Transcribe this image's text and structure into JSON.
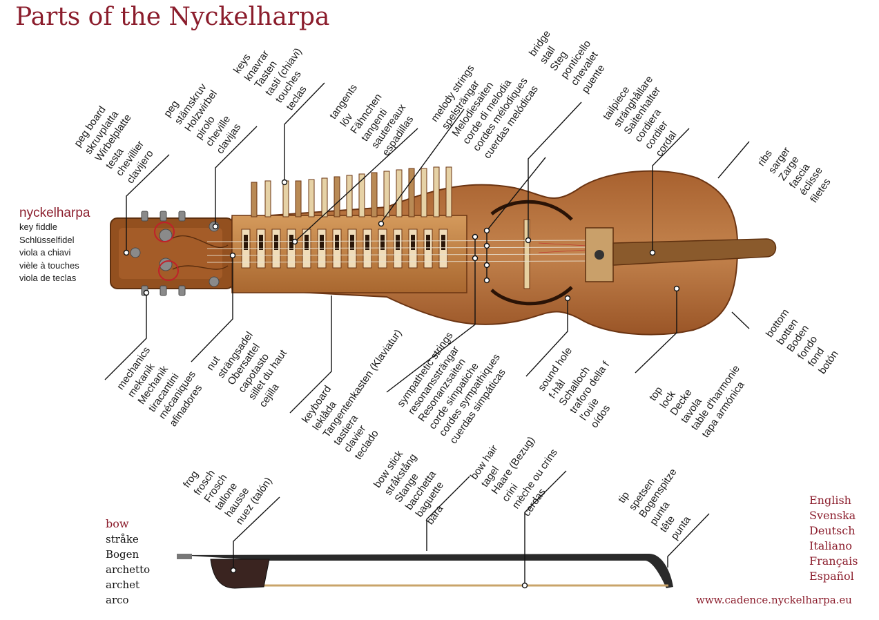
{
  "title": "Parts of the Nyckelharpa",
  "instrument": {
    "name": "nyckelharpa",
    "translations": [
      "key fiddle",
      "Schlüsselfidel",
      "viola a chiavi",
      "vièle à touches",
      "viola de teclas"
    ]
  },
  "bow": {
    "name": "bow",
    "translations": [
      "stråke",
      "Bogen",
      "archetto",
      "archet",
      "arco"
    ]
  },
  "languages": [
    "English",
    "Svenska",
    "Deutsch",
    "Italiano",
    "Français",
    "Español"
  ],
  "website": "www.cadence.nyckelharpa.eu",
  "colors": {
    "accent": "#8b1d2c",
    "text": "#1a1a1a",
    "wood": "#b5703e",
    "wood_dark": "#7a4520"
  },
  "parts": [
    {
      "id": "peg-board",
      "lines": [
        "peg board",
        "skruvplatta",
        "Wirbelplatte",
        "testa",
        "chevillier",
        "clavijero"
      ]
    },
    {
      "id": "peg",
      "lines": [
        "peg",
        "stämskruv",
        "Holzwirbel",
        "pirolo",
        "cheville",
        "clavijas"
      ]
    },
    {
      "id": "keys",
      "lines": [
        "keys",
        "knavrar",
        "Tasten",
        "tasti (chiavi)",
        "touches",
        "teclas"
      ]
    },
    {
      "id": "tangents",
      "lines": [
        "tangents",
        "löv",
        "Fähnchen",
        "tangenti",
        "sautereaux",
        "espadillas"
      ]
    },
    {
      "id": "melody-strings",
      "lines": [
        "melody strings",
        "spelsträngar",
        "Melodiesaiten",
        "corde di melodia",
        "cordes mélodiques",
        "cuerdas melódicas"
      ]
    },
    {
      "id": "bridge",
      "lines": [
        "bridge",
        "stall",
        "Steg",
        "ponticello",
        "chevalet",
        "puente"
      ]
    },
    {
      "id": "tailpiece",
      "lines": [
        "tailpiece",
        "stränghållare",
        "Saitenhalter",
        "cordiera",
        "cordier",
        "cordal"
      ]
    },
    {
      "id": "ribs",
      "lines": [
        "ribs",
        "sarger",
        "Zarge",
        "fascia",
        "éclisse",
        "filetes"
      ]
    },
    {
      "id": "mechanics",
      "lines": [
        "mechanics",
        "mekanik",
        "Mechanik",
        "tiracantini",
        "mécaniques",
        "afinadores"
      ]
    },
    {
      "id": "nut",
      "lines": [
        "nut",
        "strängsadel",
        "Obersattel",
        "capotasto",
        "sillet du haut",
        "cejilla"
      ]
    },
    {
      "id": "keyboard",
      "lines": [
        "keyboard",
        "leklåda",
        "Tangentenkasten (Klaviatur)",
        "tastiera",
        "clavier",
        "teclado"
      ]
    },
    {
      "id": "sympathetic-strings",
      "lines": [
        "sympathetic strings",
        "resonanssträngar",
        "Resonanzsaiten",
        "corde simpatiche",
        "cordes sympathiques",
        "cuerdas simpáticas"
      ]
    },
    {
      "id": "sound-hole",
      "lines": [
        "sound hole",
        "f-hål",
        "Schalloch",
        "traforo della f",
        "l'ouïe",
        "oídos"
      ]
    },
    {
      "id": "top",
      "lines": [
        "top",
        "lock",
        "Decke",
        "tavola",
        "table d'harmonie",
        "tapa armónica"
      ]
    },
    {
      "id": "bottom",
      "lines": [
        "bottom",
        "botten",
        "Boden",
        "fondo",
        "fond",
        "botón"
      ]
    },
    {
      "id": "frog",
      "lines": [
        "frog",
        "frosch",
        "Frosch",
        "tallone",
        "hausse",
        "nuez (talón)"
      ]
    },
    {
      "id": "bow-stick",
      "lines": [
        "bow stick",
        "stråkstång",
        "Stange",
        "bacchetta",
        "baguette",
        "bara"
      ]
    },
    {
      "id": "bow-hair",
      "lines": [
        "bow hair",
        "tagel",
        "Haare (Bezug)",
        "crini",
        "mèche ou crins",
        "cerdas"
      ]
    },
    {
      "id": "tip",
      "lines": [
        "tip",
        "spetsen",
        "Bogenspitze",
        "punta",
        "tête",
        "punta"
      ]
    }
  ]
}
